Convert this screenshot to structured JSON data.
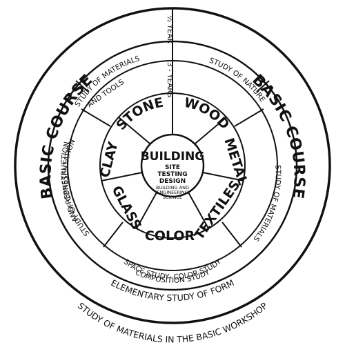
{
  "basic_course_left": "BASIC COURSE",
  "basic_course_right": "BASIC COURSE",
  "bottom_line_1": "ELEMENTARY STUDY OF FORM",
  "bottom_line_2": "STUDY OF MATERIALS IN THE BASIC WORKSHOP",
  "half_year": "½ YEAR",
  "three_years": "3 - YEARS",
  "study_materials_tools_1": "STUDY OF MATERIALS",
  "study_materials_tools_2": "AND TOOLS",
  "study_nature": "STUDY OF NATURE",
  "study_construction_1": "STUDY OF CONSTRUCTION",
  "study_construction_2": "AND REPRESENTATION",
  "study_materials_right": "STUDY OF MATERIALS",
  "space_study_1": "SPACE STUDY· COLOR STUDY",
  "space_study_2": "COMPOSITION STUDY",
  "materials": {
    "stone": "STONE",
    "wood": "WOOD",
    "metal": "METAL",
    "textiles": "TEXTILES",
    "color": "COLOR",
    "glass": "GLASS",
    "clay": "CLAY"
  },
  "center": {
    "title": "BUILDING",
    "line1": "SITE",
    "line2": "TESTING",
    "line3": "DESIGN",
    "line4": "BUILDING AND",
    "line5": "ENGINEERING",
    "line6": "SCIENCE"
  }
}
